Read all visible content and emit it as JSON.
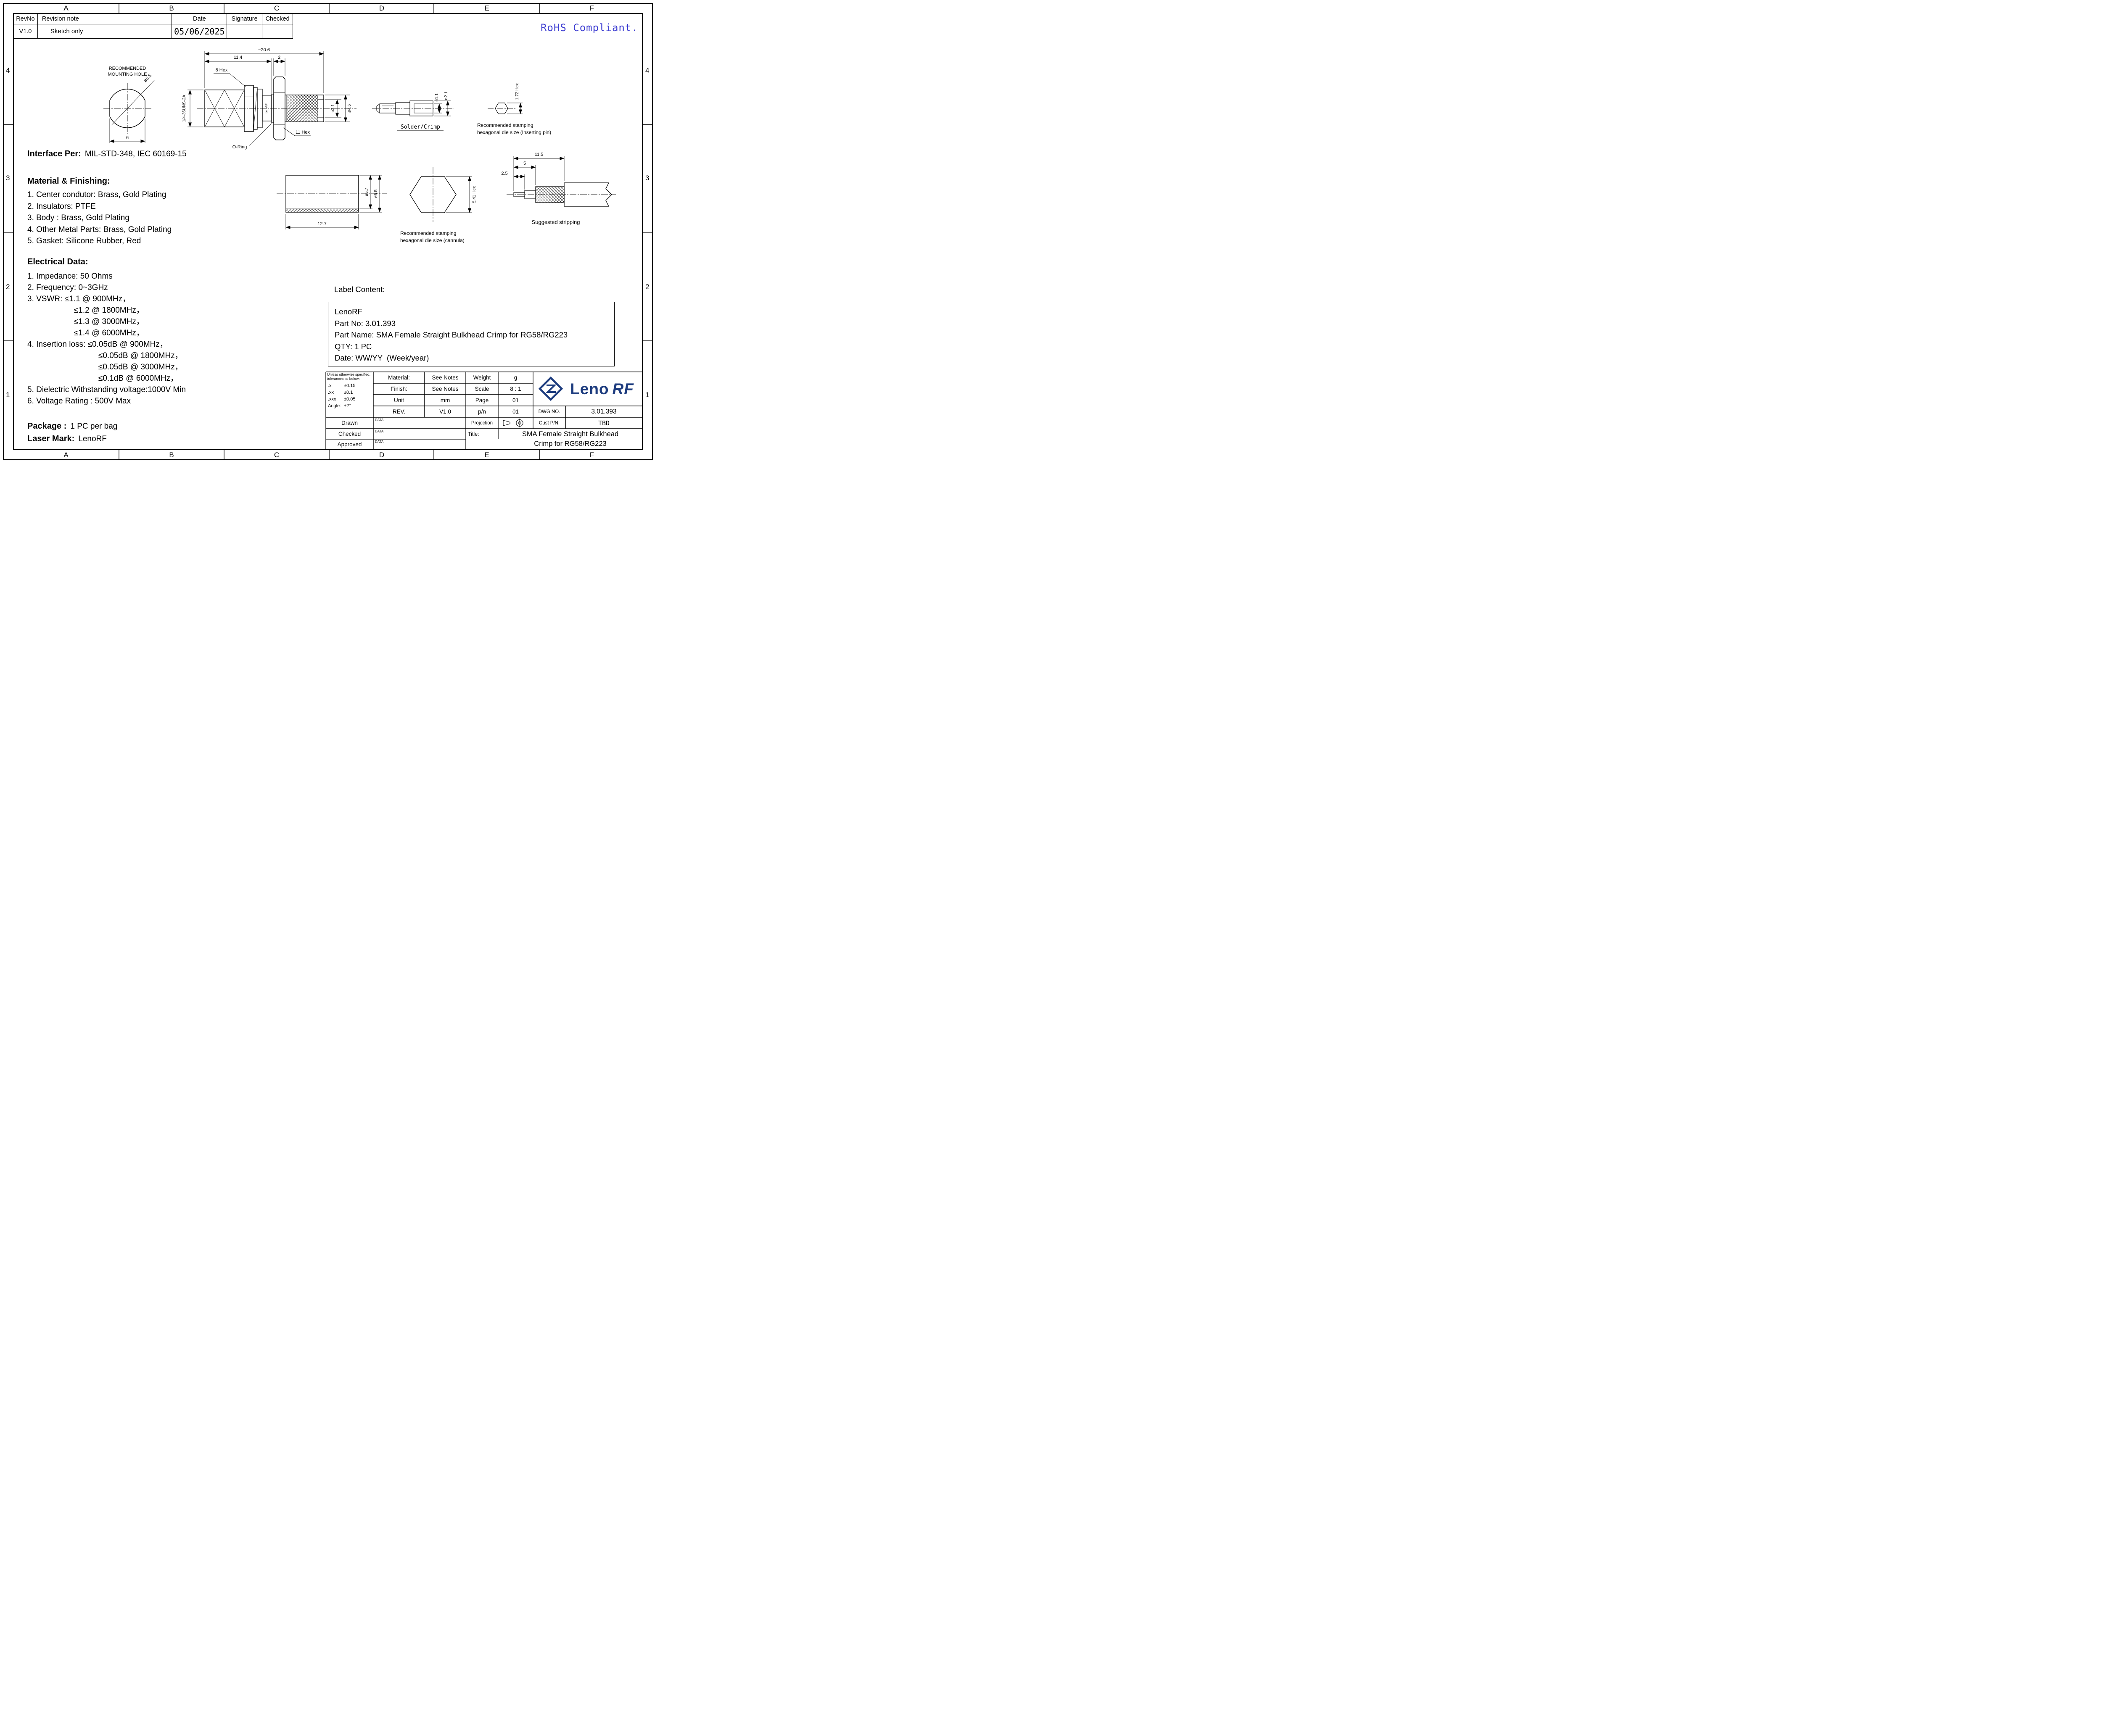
{
  "frame": {
    "grid_cols": [
      "A",
      "B",
      "C",
      "D",
      "E",
      "F"
    ],
    "grid_rows": [
      "4",
      "3",
      "2",
      "1"
    ]
  },
  "header": {
    "rohs": "RoHS Compliant."
  },
  "revision_table": {
    "col_revno": "RevNo",
    "col_note": "Revision note",
    "col_date": "Date",
    "col_signature": "Signature",
    "col_checked": "Checked",
    "row": {
      "revno": "V1.0",
      "note": "Sketch only",
      "date": "05/06/2025",
      "signature": "",
      "checked": ""
    }
  },
  "drawings": {
    "mounting_hole": {
      "title_line1": "RECOMMENDED",
      "title_line2": "MOUNTING HOLE",
      "diameter": "ø6.5",
      "width": "6"
    },
    "main_view": {
      "overall_len": "~20.6",
      "len_11_4": "11.4",
      "len_2": "2",
      "hex_8": "8 Hex",
      "hex_11": "11 Hex",
      "thread": "1/4-36UNS-2A",
      "dia_3_1": "ø3.1",
      "dia_4_6": "ø4.6",
      "oring": "O-Ring",
      "brand": "LenoRF"
    },
    "contact": {
      "caption": "Solder/Crimp",
      "dia_1_1": "ø1.1",
      "dia_2_1": "ø2.1"
    },
    "pin_die": {
      "hex": "1.72 Hex",
      "caption_line1": "Recommended stamping",
      "caption_line2": "hexagonal die size (Inserting pin)"
    },
    "cannula": {
      "length": "12.7",
      "dia_inner": "ø5.7",
      "dia_outer": "ø6.5"
    },
    "cannula_die": {
      "hex": "5.41 Hex",
      "caption_line1": "Recommended stamping",
      "caption_line2": "hexagonal die size (cannula)"
    },
    "stripping": {
      "dim_11_5": "11.5",
      "dim_5": "5",
      "dim_2_5": "2.5",
      "caption": "Suggested stripping"
    }
  },
  "notes": {
    "interface_label": "Interface Per:",
    "interface_value": "MIL-STD-348, IEC 60169-15",
    "material_title": "Material & Finishing:",
    "material_items": [
      "1. Center condutor: Brass, Gold Plating",
      "2. Insulators: PTFE",
      "3. Body : Brass, Gold Plating",
      "4. Other Metal Parts: Brass, Gold Plating",
      "5. Gasket: Silicone Rubber, Red"
    ],
    "electrical_title": "Electrical Data:",
    "electrical_items": [
      "1. Impedance: 50 Ohms",
      "2. Frequency: 0~3GHz",
      "3. VSWR: ≤1.1 @ 900MHz，",
      "                     ≤1.2 @ 1800MHz，",
      "                     ≤1.3 @ 3000MHz，",
      "                     ≤1.4 @ 6000MHz，",
      "4. Insertion loss: ≤0.05dB @ 900MHz，",
      "                                ≤0.05dB @ 1800MHz，",
      "                                ≤0.05dB @ 3000MHz，",
      "                                ≤0.1dB @ 6000MHz，",
      "5. Dielectric Withstanding voltage:1000V Min",
      "6. Voltage Rating : 500V Max"
    ],
    "package_label": "Package :",
    "package_value": "1 PC per bag",
    "laser_label": "Laser Mark:",
    "laser_value": "LenoRF"
  },
  "label_content": {
    "title": "Label Content:",
    "lines": [
      "LenoRF",
      "Part No: 3.01.393",
      "Part Name: SMA Female Straight Bulkhead Crimp for RG58/RG223",
      "QTY: 1 PC",
      "Date: WW/YY  (Week/year)"
    ]
  },
  "title_block": {
    "tol_header_1": "Unless otherwise specified,",
    "tol_header_2": "tolerances as below:",
    "tol_x_label": ".x",
    "tol_x_value": "±0.15",
    "tol_xx_label": ".xx",
    "tol_xx_value": "±0.1",
    "tol_xxx_label": ".xxx",
    "tol_xxx_value": "±0.05",
    "tol_angle_label": "Angle:",
    "tol_angle_value": "±2°",
    "drawn": "Drawn",
    "checked": "Checked",
    "approved": "Approved",
    "data_label": "DATA:",
    "material_label": "Material:",
    "material_value": "See Notes",
    "finish_label": "Finish:",
    "finish_value": "See Notes",
    "unit_label": "Unit",
    "unit_value": "mm",
    "rev_label": "REV.",
    "rev_value": "V1.0",
    "weight_label": "Weight",
    "weight_value": "g",
    "scale_label": "Scale",
    "scale_value": "8 : 1",
    "page_label": "Page",
    "page_value": "01",
    "pn_label": "p/n",
    "pn_value": "01",
    "projection_label": "Projection",
    "dwg_label": "DWG NO.",
    "dwg_value": "3.01.393",
    "cust_label": "Cust P/N.",
    "cust_value": "TBD",
    "title_label": "Title:",
    "title_line1": "SMA Female Straight Bulkhead",
    "title_line2": "Crimp for RG58/RG223",
    "logo_text_1": "Leno",
    "logo_text_2": "RF"
  }
}
